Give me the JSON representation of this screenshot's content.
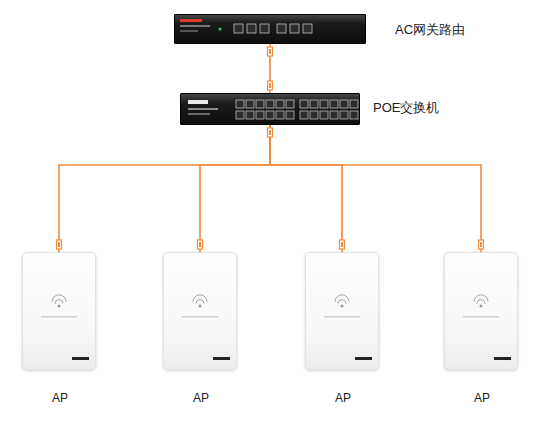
{
  "diagram": {
    "nodes": [
      {
        "text": [
          "AC网关路由"
        ]
      },
      {
        "text": [
          "POE交换机"
        ]
      },
      {
        "text": [
          "AP"
        ]
      },
      {
        "text": [
          "AP"
        ]
      },
      {
        "text": [
          "AP"
        ]
      },
      {
        "text": [
          "AP"
        ]
      }
    ],
    "edges": [
      {
        "from": 0,
        "to": 1,
        "arrow": "none"
      },
      {
        "from": 1,
        "to": 2,
        "arrow": "none"
      },
      {
        "from": 1,
        "to": 3,
        "arrow": "none"
      },
      {
        "from": 1,
        "to": 4,
        "arrow": "none"
      },
      {
        "from": 1,
        "to": 5,
        "arrow": "none"
      }
    ]
  }
}
